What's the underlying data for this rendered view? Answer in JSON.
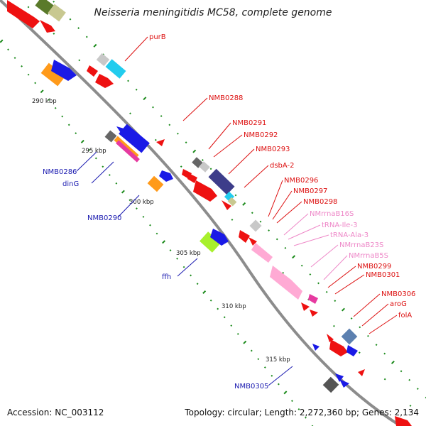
{
  "title": "Neisseria meningitidis MC58, complete genome",
  "accession_text": "Accession: NC_003112",
  "summary_text": "Topology: circular; Length: 2,272,360 bp; Genes: 2,134",
  "colors": {
    "backbone": "#8c8c8c",
    "tick": "#1a8a1a",
    "red_gene": "#ee1111",
    "blue_gene": "#1a1ae6",
    "pink_rna": "#ffaad4",
    "red_label": "#dd1111",
    "blue_label": "#1a1ab0",
    "pink_label": "#ee88c8"
  },
  "scale_labels": [
    "290 kbp",
    "295 kbp",
    "300 kbp",
    "305 kbp",
    "310 kbp",
    "315 kbp"
  ],
  "right_labels": [
    {
      "text": "purB",
      "color": "red"
    },
    {
      "text": "NMB0288",
      "color": "red"
    },
    {
      "text": "NMB0291",
      "color": "red"
    },
    {
      "text": "NMB0292",
      "color": "red"
    },
    {
      "text": "NMB0293",
      "color": "red"
    },
    {
      "text": "dsbA-2",
      "color": "red"
    },
    {
      "text": "NMB0296",
      "color": "red"
    },
    {
      "text": "NMB0297",
      "color": "red"
    },
    {
      "text": "NMB0298",
      "color": "red"
    },
    {
      "text": "NMrrnaB16S",
      "color": "pink"
    },
    {
      "text": "tRNA-Ile-3",
      "color": "pink"
    },
    {
      "text": "tRNA-Ala-3",
      "color": "pink"
    },
    {
      "text": "NMrrnaB23S",
      "color": "pink"
    },
    {
      "text": "NMrrnaB5S",
      "color": "pink"
    },
    {
      "text": "NMB0299",
      "color": "red"
    },
    {
      "text": "NMB0301",
      "color": "red"
    },
    {
      "text": "NMB0306",
      "color": "red"
    },
    {
      "text": "aroG",
      "color": "red"
    },
    {
      "text": "folA",
      "color": "red"
    }
  ],
  "left_labels": [
    {
      "text": "NMB0286",
      "color": "blue"
    },
    {
      "text": "dinG",
      "color": "blue"
    },
    {
      "text": "NMB0290",
      "color": "blue"
    },
    {
      "text": "ffh",
      "color": "blue"
    },
    {
      "text": "NMB0305",
      "color": "blue"
    }
  ]
}
